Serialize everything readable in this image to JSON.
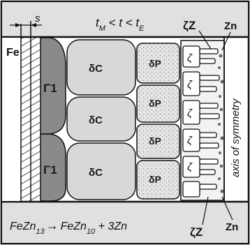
{
  "header": {
    "s_label": "s",
    "temp_condition": "tM < t < tE",
    "temp_parts": {
      "t1": "t",
      "sub1": "M",
      "lt1": " < t < t",
      "sub2": "E"
    }
  },
  "phases": {
    "fe": "Fe",
    "gamma1": "Γ1",
    "delta_c": "δC",
    "delta_p": "δP",
    "zeta": "ζ",
    "zeta_z": "ζZ",
    "zn": "Zn"
  },
  "axis_label": "axis of symmetry",
  "reaction": {
    "full": "FeZn13 → FeZn10 + 3Zn",
    "left_base": "FeZn",
    "left_sub": "13",
    "arrow": "→",
    "right_base": "FeZn",
    "right_sub": "10",
    "tail": " + 3Zn"
  },
  "colors": {
    "background": "#ffffff",
    "strip": "#e2e2e2",
    "gamma": "#8a8a8a",
    "grain": "#d8d8d8",
    "outline": "#111111"
  }
}
